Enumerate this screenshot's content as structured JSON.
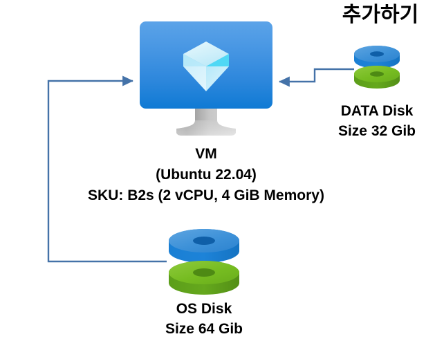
{
  "diagram": {
    "title_korean": "추가하기",
    "accent_color": "#4472a8",
    "vm": {
      "icon": "vm-monitor-cube-icon",
      "screen_color_top": "#5ba3e8",
      "screen_color_bottom": "#0f7ad4",
      "stand_color": "#b6b6b6",
      "caption": {
        "line1": "VM",
        "line2": "(Ubuntu 22.04)",
        "line3": "SKU: B2s (2 vCPU, 4 GiB Memory)"
      }
    },
    "disks": [
      {
        "id": "data-disk",
        "icon": "disk-stack-icon",
        "name": "DATA Disk",
        "size": "Size 32 Gib",
        "top_disk_color": "#3d91d8",
        "bottom_disk_color": "#76bc21"
      },
      {
        "id": "os-disk",
        "icon": "disk-stack-icon",
        "name": "OS Disk",
        "size": "Size 64 Gib",
        "top_disk_color": "#3d91d8",
        "bottom_disk_color": "#76bc21"
      }
    ],
    "connectors": [
      {
        "id": "os-disk-to-vm",
        "from": "os-disk",
        "to": "vm",
        "style": "elbow-arrow",
        "color": "#4472a8"
      },
      {
        "id": "data-disk-to-vm",
        "from": "data-disk",
        "to": "vm",
        "style": "step-arrow",
        "color": "#4472a8"
      }
    ]
  }
}
